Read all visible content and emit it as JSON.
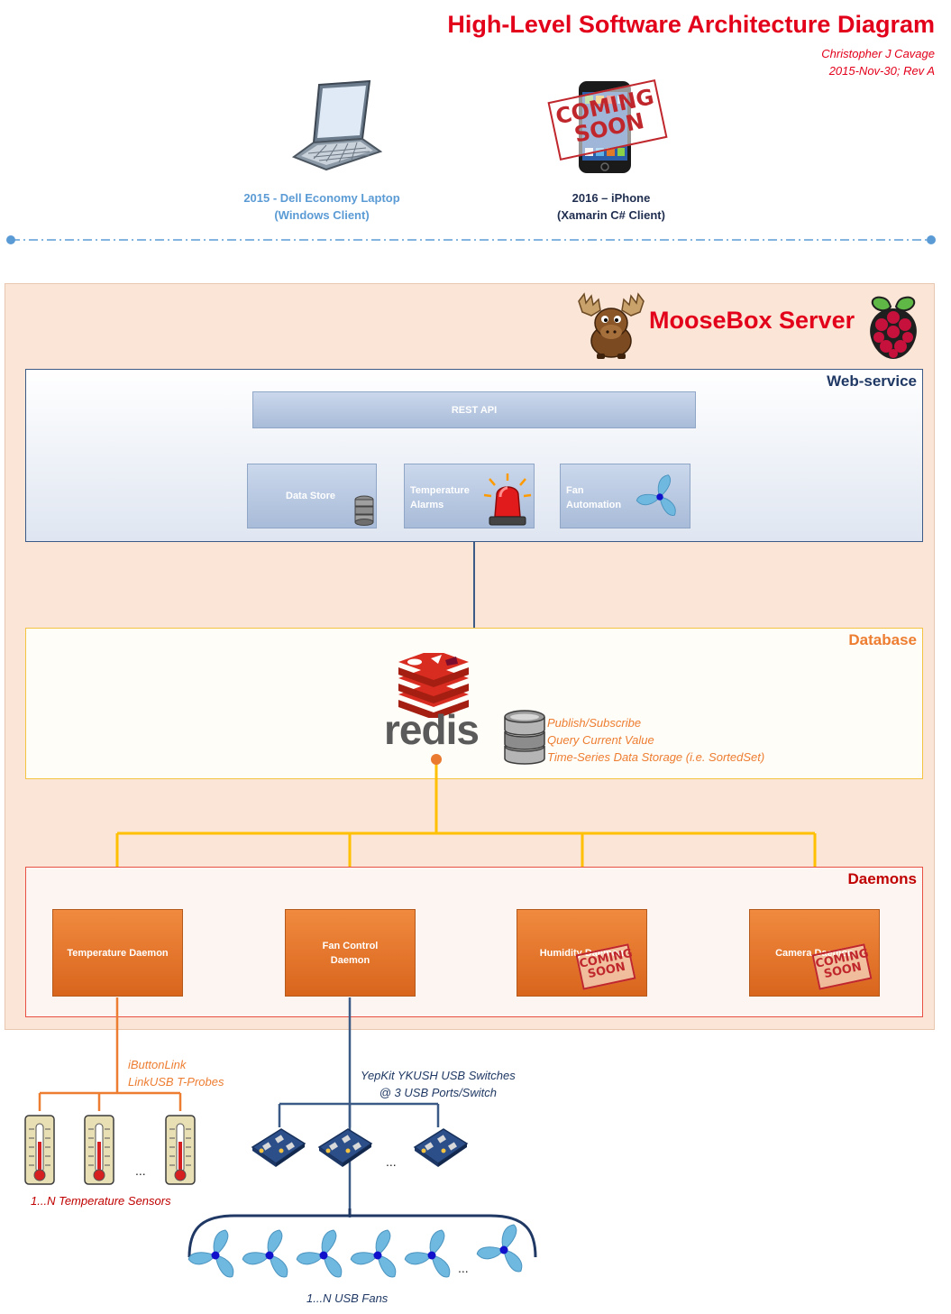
{
  "header": {
    "title": "High-Level Software Architecture Diagram",
    "author": "Christopher J Cavage",
    "revision": "2015-Nov-30; Rev A"
  },
  "clients": {
    "laptop": {
      "line1": "2015 - Dell Economy Laptop",
      "line2": "(Windows Client)",
      "color": "#5b9bd5"
    },
    "iphone": {
      "line1": "2016 – iPhone",
      "line2": "(Xamarin C# Client)",
      "color": "#1f2d4f",
      "stamp_line1": "COMING",
      "stamp_line2": "SOON"
    }
  },
  "server": {
    "title": "MooseBox Server"
  },
  "webservice": {
    "title": "Web-service",
    "rest_api": "REST API",
    "modules": [
      {
        "line1": "Data Store",
        "line2": ""
      },
      {
        "line1": "Temperature",
        "line2": "Alarms"
      },
      {
        "line1": "Fan",
        "line2": "Automation"
      }
    ]
  },
  "database": {
    "title": "Database",
    "logo_text": "redis",
    "features": [
      "Publish/Subscribe",
      "Query Current Value",
      "Time-Series Data Storage (i.e. SortedSet)"
    ]
  },
  "daemons": {
    "title": "Daemons",
    "items": [
      {
        "line1": "Temperature Daemon",
        "line2": ""
      },
      {
        "line1": "Fan Control",
        "line2": "Daemon"
      },
      {
        "line1": "Humidity Daemon",
        "line2": ""
      },
      {
        "line1": "Camera Daemon",
        "line2": ""
      }
    ],
    "stamp_line1": "COMING",
    "stamp_line2": "SOON"
  },
  "sensors": {
    "link_line1": "iButtonLink",
    "link_line2": "LinkUSB T-Probes",
    "ellipsis": "...",
    "caption": "1...N Temperature Sensors"
  },
  "usb": {
    "switch_line1": "YepKit YKUSH USB Switches",
    "switch_line2": "@ 3 USB Ports/Switch",
    "ellipsis": "...",
    "fans_caption": "1...N USB Fans"
  },
  "colors": {
    "title_red": "#e3001b",
    "server_bg": "#fbe5d6",
    "webservice_border": "#3c5a86",
    "database_border": "#f5c342",
    "daemons_border": "#e94f43",
    "daemon_box": "#e97a30",
    "orange_text": "#ed7d31",
    "navy_text": "#1f3864",
    "dark_red_text": "#c00000"
  }
}
